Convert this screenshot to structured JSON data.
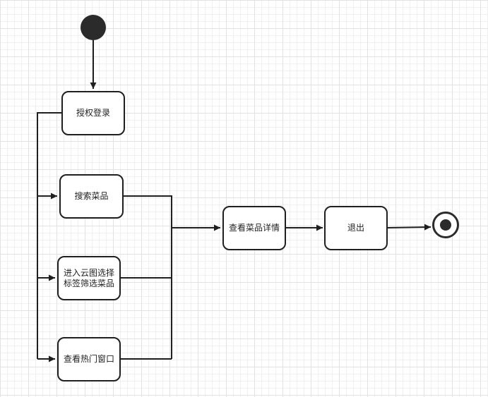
{
  "diagram": {
    "type": "activity",
    "nodes": {
      "start": "",
      "login": "授权登录",
      "search": "搜索菜品",
      "cloud_filter": "进入云图选择\n标签筛选菜品",
      "hot_window": "查看热门窗口",
      "detail": "查看菜品详情",
      "exit": "退出",
      "end": ""
    },
    "edges": [
      [
        "start",
        "login"
      ],
      [
        "login",
        "search"
      ],
      [
        "login",
        "cloud_filter"
      ],
      [
        "login",
        "hot_window"
      ],
      [
        "search",
        "detail"
      ],
      [
        "cloud_filter",
        "detail"
      ],
      [
        "hot_window",
        "detail"
      ],
      [
        "detail",
        "exit"
      ],
      [
        "exit",
        "end"
      ]
    ],
    "colors": {
      "stroke": "#1f1f1f",
      "fill": "#ffffff",
      "marker": "#2b2b2b"
    }
  }
}
